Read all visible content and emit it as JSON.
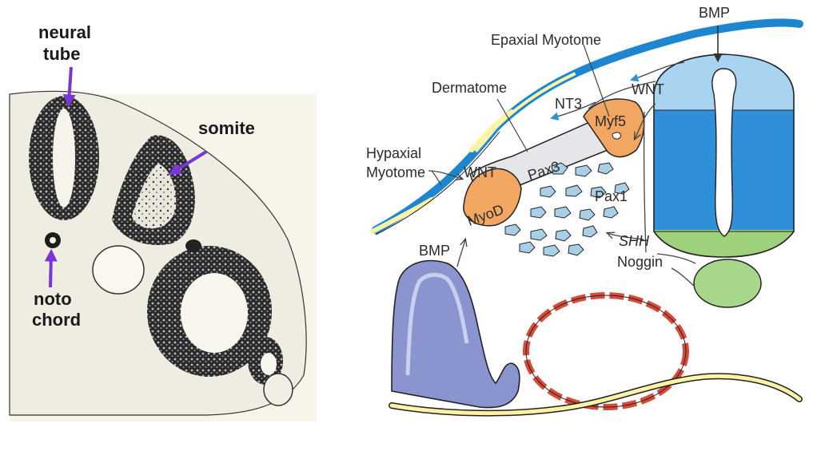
{
  "micrograph": {
    "labels": {
      "neural_tube": [
        "neural",
        "tube"
      ],
      "somite": "somite",
      "notochord": [
        "noto",
        "chord"
      ]
    },
    "arrow_color": "#7a35d6"
  },
  "schematic": {
    "labels": {
      "bmp_top": "BMP",
      "epaxial_myotome": "Epaxial Myotome",
      "dermatome": "Dermatome",
      "nt3": "NT3",
      "wnt_right": "WNT",
      "myf5": "Myf5",
      "hypaxial_myotome": [
        "Hypaxial",
        "Myotome"
      ],
      "wnt_left": "WNT",
      "pax3": "Pax3",
      "pax1": "Pax1",
      "myod": "MyoD",
      "bmp_bottom": "BMP",
      "shh": "SHH",
      "noggin": "Noggin"
    },
    "colors": {
      "ectoderm_blue": "#1e86d0",
      "ectoderm_yellow": "#fdf3a6",
      "neural_tube_light": "#a8d4f2",
      "neural_tube_mid": "#2f8fd8",
      "floor_plate_green": "#9fd07a",
      "notochord_green": "#a6d78a",
      "myotome_orange": "#f1a661",
      "dermatome_gray": "#e6e6ea",
      "sclerotome_blue": "#a9cfe6",
      "mesoderm_purple": "#8a95cf",
      "aorta_red": "#d64b3a"
    }
  }
}
